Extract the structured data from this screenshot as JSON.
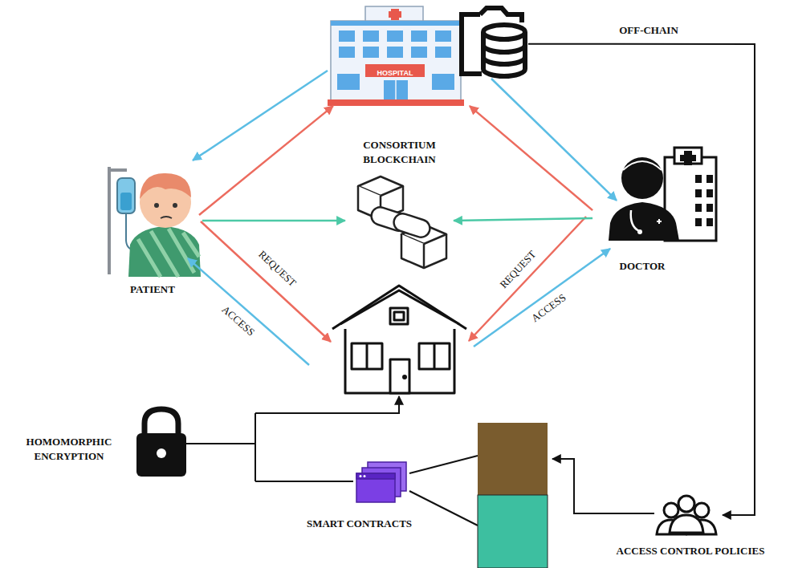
{
  "diagram": {
    "nodes": [
      {
        "text": [
          "HOSPITAL"
        ]
      },
      {
        "text": [
          "PATIENT"
        ]
      },
      {
        "text": [
          "CONSORTIUM BLOCKCHAIN"
        ]
      },
      {
        "text": [
          "DOCTOR"
        ]
      },
      {
        "text": [
          "HOMOMORPHIC ENCRYPTION"
        ]
      },
      {
        "text": [
          "SMART CONTRACTS"
        ]
      },
      {
        "text": [
          "ACCESS CONTROL POLICIES"
        ]
      }
    ],
    "edges": [
      {
        "from": 0,
        "to": 1,
        "arrow": "to"
      },
      {
        "from": 1,
        "to": 0,
        "arrow": "to"
      },
      {
        "from": 1,
        "to": 2,
        "arrow": "to"
      },
      {
        "from": 0,
        "to": 3,
        "arrow": "to"
      },
      {
        "from": 3,
        "to": 0,
        "arrow": "to"
      },
      {
        "from": 3,
        "to": 2,
        "arrow": "to"
      },
      {
        "from": 0,
        "to": 6,
        "label": "OFF-CHAIN",
        "arrow": "to"
      }
    ],
    "labels": [
      "REQUEST",
      "ACCESS",
      "REQUEST",
      "ACCESS"
    ]
  }
}
